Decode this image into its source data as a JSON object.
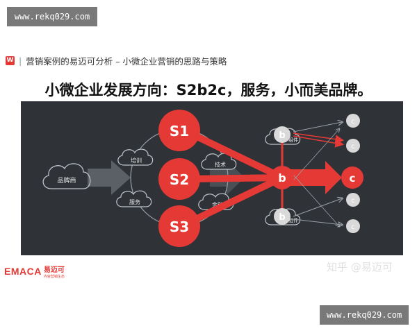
{
  "watermark": {
    "top_text": "www.rekq029.com",
    "bottom_text": "www.rekq029.com"
  },
  "header": {
    "logo_letter": "W",
    "title": "营销案例的易迈可分析 – 小微企业营销的思路与策略"
  },
  "slide_title": "小微企业发展方向：S2b2c，服务，小而美品牌。",
  "diagram": {
    "source_cloud": "品牌商",
    "left_cloud_labels": [
      "培训",
      "服务"
    ],
    "right_cloud_labels": [
      "技术",
      "金融"
    ],
    "s_nodes": [
      "S1",
      "S2",
      "S3"
    ],
    "b_main": "b",
    "c_main": "c",
    "b_top": "b",
    "b_top_label": "组件",
    "b_bottom": "b",
    "b_bottom_label": "组件",
    "c_small": [
      "c",
      "c",
      "c",
      "c"
    ],
    "colors": {
      "background": "#2f3338",
      "accent": "#e53935",
      "node_light": "#d9d9d9"
    }
  },
  "footer": {
    "logo_text": "EMACA",
    "brand_name": "易迈可",
    "brand_sub": "内容营销生态",
    "zhihu_credit": "知乎 @易迈可"
  }
}
